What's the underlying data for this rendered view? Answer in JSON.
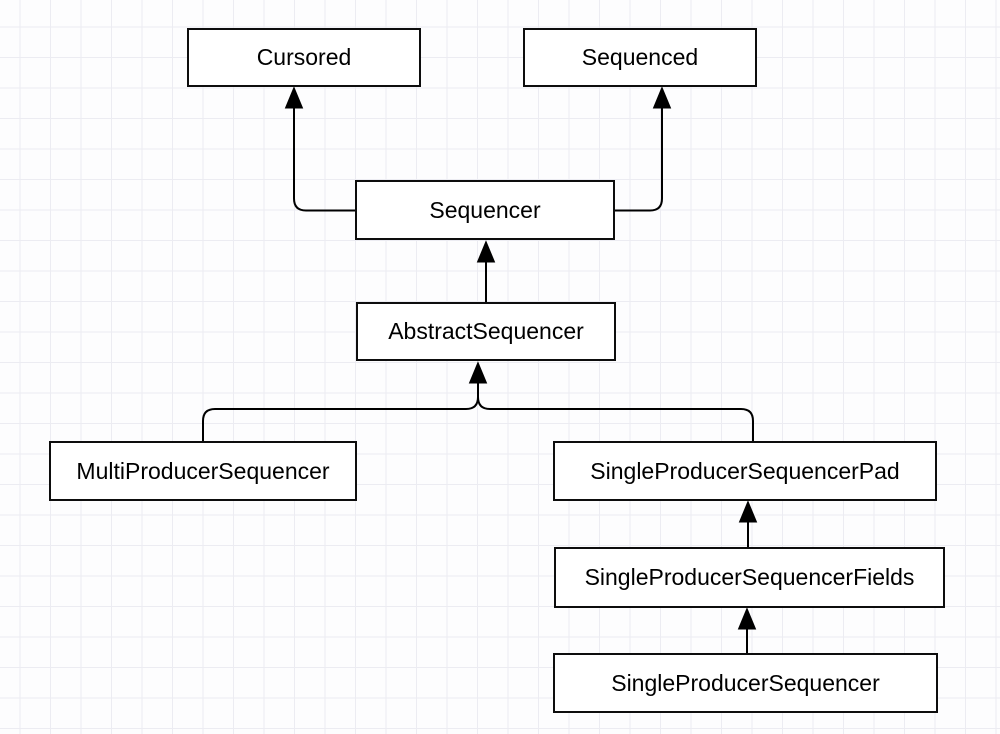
{
  "diagram": {
    "kind": "class-inheritance-diagram",
    "nodes": [
      {
        "id": "cursored",
        "label": "Cursored"
      },
      {
        "id": "sequenced",
        "label": "Sequenced"
      },
      {
        "id": "sequencer",
        "label": "Sequencer"
      },
      {
        "id": "abstract_sequencer",
        "label": "AbstractSequencer"
      },
      {
        "id": "multi_producer_sequencer",
        "label": "MultiProducerSequencer"
      },
      {
        "id": "single_producer_sequencer_pad",
        "label": "SingleProducerSequencerPad"
      },
      {
        "id": "single_producer_sequencer_fields",
        "label": "SingleProducerSequencerFields"
      },
      {
        "id": "single_producer_sequencer",
        "label": "SingleProducerSequencer"
      }
    ],
    "edges": [
      {
        "from": "sequencer",
        "to": "cursored",
        "arrowhead": "solid-triangle-at-target"
      },
      {
        "from": "sequencer",
        "to": "sequenced",
        "arrowhead": "solid-triangle-at-target"
      },
      {
        "from": "abstract_sequencer",
        "to": "sequencer",
        "arrowhead": "solid-triangle-at-target"
      },
      {
        "from": "multi_producer_sequencer",
        "to": "abstract_sequencer",
        "arrowhead": "solid-triangle-at-target"
      },
      {
        "from": "single_producer_sequencer_pad",
        "to": "abstract_sequencer",
        "arrowhead": "solid-triangle-at-target"
      },
      {
        "from": "single_producer_sequencer_fields",
        "to": "single_producer_sequencer_pad",
        "arrowhead": "solid-triangle-at-target"
      },
      {
        "from": "single_producer_sequencer",
        "to": "single_producer_sequencer_fields",
        "arrowhead": "solid-triangle-at-target"
      }
    ],
    "colors": {
      "background": "#fdfdfe",
      "grid_line": "#ececf2",
      "node_fill": "#ffffff",
      "node_border": "#000000",
      "edge": "#000000",
      "text": "#000000"
    }
  }
}
